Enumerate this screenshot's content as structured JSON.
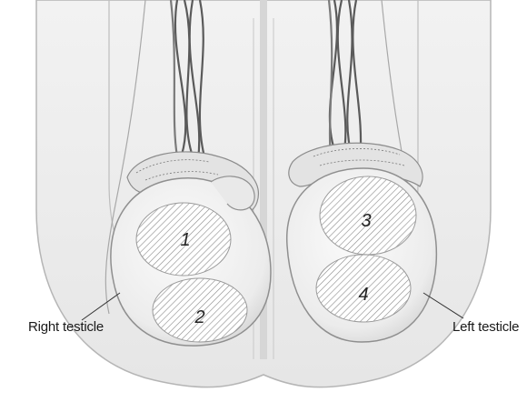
{
  "labels": {
    "right_testicle": "Right testicle",
    "left_testicle": "Left testicle"
  },
  "zones": [
    "1",
    "2",
    "3",
    "4"
  ],
  "colors": {
    "background": "#ffffff",
    "scrotum_fill": "#efefef",
    "testicle_fill": "#f6f6f6",
    "outline": "#9a9a9a",
    "cord": "#555555",
    "hatch": "#7a7a7a"
  }
}
